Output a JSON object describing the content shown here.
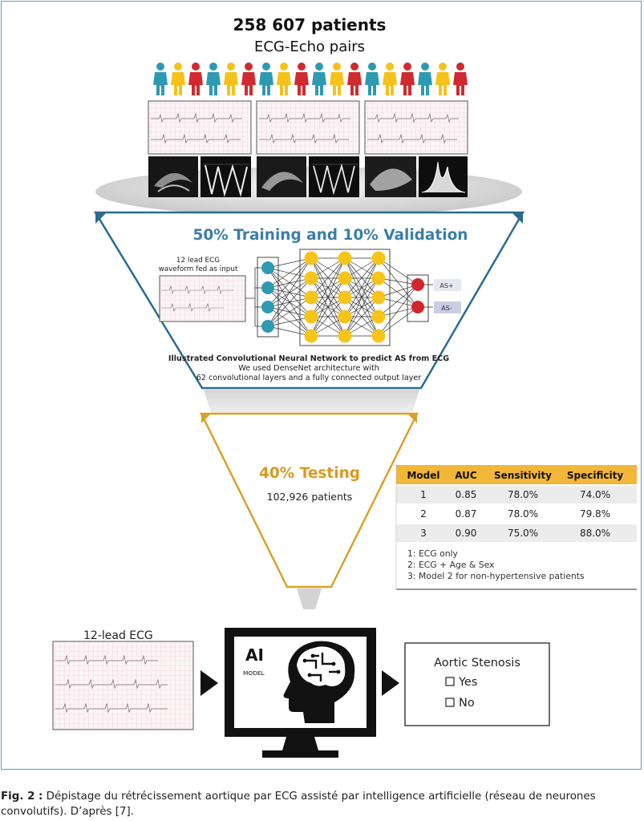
{
  "header": {
    "patients_total": "258 607 patients",
    "pairs_label": "ECG-Echo pairs"
  },
  "colors": {
    "teal": "#2e9ab2",
    "yellow": "#f5c21b",
    "red": "#cf2a2f",
    "funnel_blue": "#2a6c8e",
    "funnel_gold": "#d9a12b",
    "training_text": "#3a7ea8",
    "testing_text": "#d79a22"
  },
  "people": [
    "teal",
    "yellow",
    "red",
    "teal",
    "yellow",
    "red",
    "teal",
    "yellow",
    "red",
    "teal",
    "yellow",
    "red",
    "teal",
    "yellow",
    "red",
    "teal",
    "yellow",
    "red"
  ],
  "training": {
    "title": "50% Training and 10% Validation",
    "input_label_1": "12 lead ECG",
    "input_label_2": "waveform fed as input",
    "output_pos": "AS+",
    "output_neg": "AS-",
    "cnn_title": "Illustrated Convolutional Neural Network to predict AS from ECG",
    "cnn_line1": "We used DenseNet architecture with",
    "cnn_line2": "62 convolutional layers and a fully connected output layer"
  },
  "testing": {
    "title": "40% Testing",
    "patients": "102,926 patients"
  },
  "table": {
    "headers": [
      "Model",
      "AUC",
      "Sensitivity",
      "Specificity"
    ],
    "rows": [
      [
        "1",
        "0.85",
        "78.0%",
        "74.0%"
      ],
      [
        "2",
        "0.87",
        "78.0%",
        "79.8%"
      ],
      [
        "3",
        "0.90",
        "75.0%",
        "88.0%"
      ]
    ],
    "notes": [
      "1:  ECG only",
      "2:  ECG + Age & Sex",
      "3:  Model 2 for non-hypertensive patients"
    ]
  },
  "bottom": {
    "ecg_label": "12-lead ECG",
    "ai_label": "AI",
    "model_label": "MODEL",
    "result_title": "Aortic Stenosis",
    "option_yes": "Yes",
    "option_no": "No"
  },
  "caption": {
    "label": "Fig. 2 :",
    "text": " Dépistage du rétrécissement aortique par ECG assisté par intelligence artificielle (réseau de neurones convolutifs). D’après [7]."
  }
}
